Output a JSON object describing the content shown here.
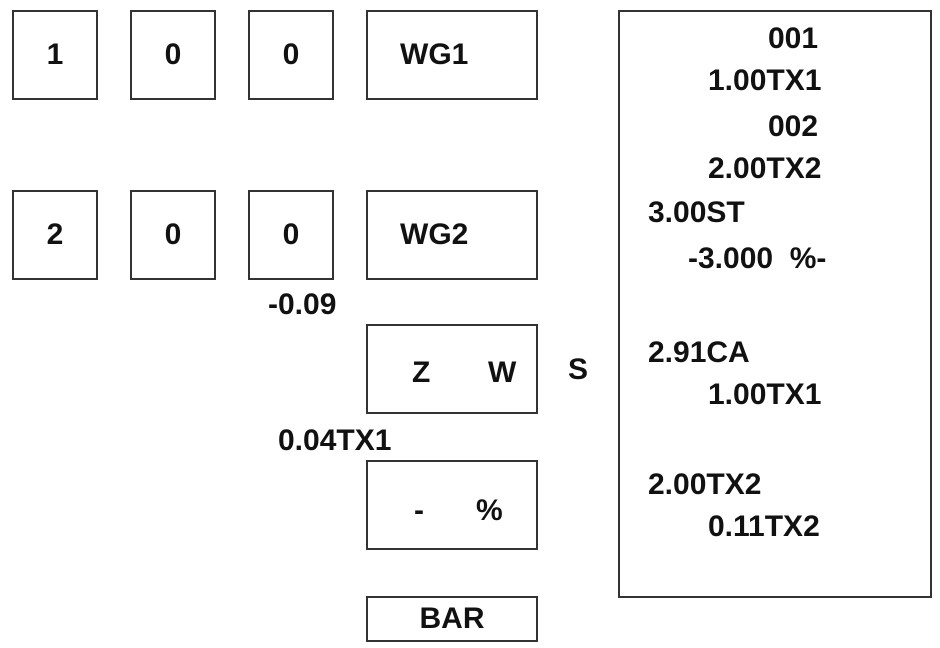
{
  "row1": {
    "keys": [
      "1",
      "0",
      "0"
    ],
    "dept": "WG1"
  },
  "row2": {
    "keys": [
      "2",
      "0",
      "0"
    ],
    "dept": "WG2"
  },
  "discount_value": "-0.09",
  "zw_key": {
    "z": "Z",
    "w": "W"
  },
  "s_label": "S",
  "tax_line": "0.04TX1",
  "percent_key": {
    "minus": "-",
    "percent": "%"
  },
  "bar_key": "BAR",
  "receipt": {
    "lines": [
      "001",
      "1.00TX1",
      "002",
      "2.00TX2",
      "3.00ST",
      "-3.000  %-",
      "2.91CA",
      "1.00TX1",
      "2.00TX2",
      "0.11TX2"
    ]
  }
}
